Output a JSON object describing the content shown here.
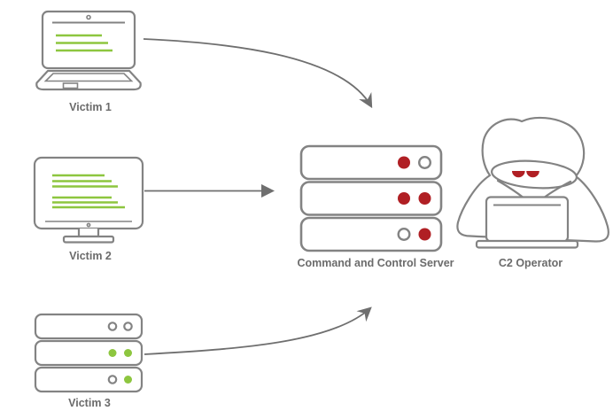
{
  "diagram": {
    "type": "network-attack-diagram",
    "description": "Three victim machines communicate with a Command and Control server monitored by a C2 operator"
  },
  "colors": {
    "outline": "#838383",
    "arrow": "#6f6f6f",
    "label": "#6b6b6b",
    "green": "#8dc63f",
    "red": "#b01f24",
    "white": "#ffffff"
  },
  "nodes": {
    "victim1": {
      "label": "Victim 1",
      "device": "laptop"
    },
    "victim2": {
      "label": "Victim 2",
      "device": "desktop-monitor"
    },
    "victim3": {
      "label": "Victim 3",
      "device": "server-stack",
      "leds": {
        "r1a": "#ffffff",
        "r1b": "#ffffff",
        "r2a": "#8dc63f",
        "r2b": "#8dc63f",
        "r3a": "#ffffff",
        "r3b": "#8dc63f"
      }
    },
    "c2server": {
      "label": "Command and Control Server",
      "device": "server-stack",
      "leds": {
        "r1a": "#b01f24",
        "r1b": "#ffffff",
        "r2a": "#b01f24",
        "r2b": "#b01f24",
        "r3a": "#ffffff",
        "r3b": "#b01f24"
      }
    },
    "operator": {
      "label": "C2 Operator",
      "figure": "hooded-hacker",
      "eye_color": "#b01f24"
    }
  },
  "edges": [
    {
      "from": "Victim 1",
      "to": "Command and Control Server",
      "style": "curved-down"
    },
    {
      "from": "Victim 2",
      "to": "Command and Control Server",
      "style": "straight"
    },
    {
      "from": "Victim 3",
      "to": "Command and Control Server",
      "style": "curved-up"
    }
  ]
}
